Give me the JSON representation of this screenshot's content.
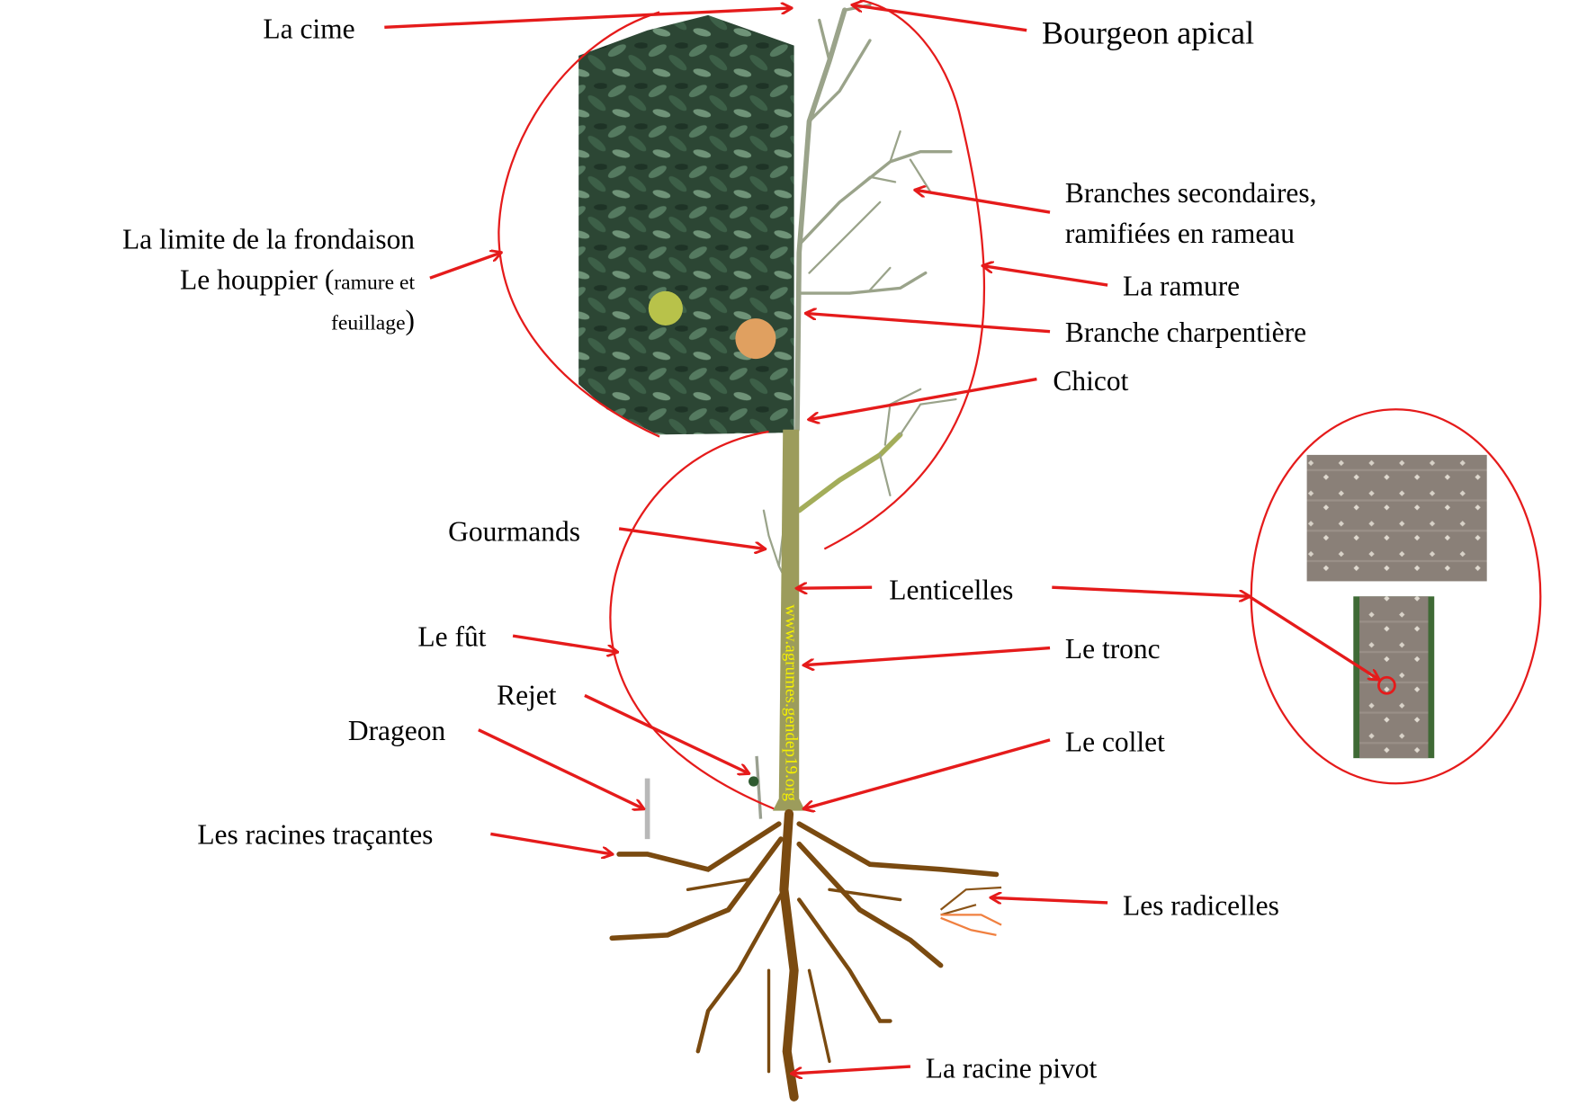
{
  "labels": {
    "la_cime": "La cime",
    "bourgeon_apical": "Bourgeon apical",
    "limite_frondaison": "La limite de la frondaison",
    "houppier": "Le houppier (",
    "houppier_small": "ramure et",
    "feuillage": "feuillage",
    "feuillage_close": ")",
    "branches_secondaires_1": "Branches secondaires,",
    "branches_secondaires_2": "ramifiées en rameau",
    "la_ramure": "La ramure",
    "branche_charpentiere": "Branche charpentière",
    "chicot": "Chicot",
    "gourmands": "Gourmands",
    "lenticelles": "Lenticelles",
    "le_fut": "Le fût",
    "le_tronc": "Le tronc",
    "rejet": "Rejet",
    "drageon": "Drageon",
    "le_collet": "Le collet",
    "racines_tracantes": "Les racines traçantes",
    "radicelles": "Les radicelles",
    "racine_pivot": "La racine pivot"
  },
  "watermark": "www.agrumes.gendep19.org",
  "colors": {
    "arrow": "#e51b1b",
    "trunk": "#9c9c5c",
    "root": "#7a4a10",
    "foliage": "#2f4a36"
  }
}
